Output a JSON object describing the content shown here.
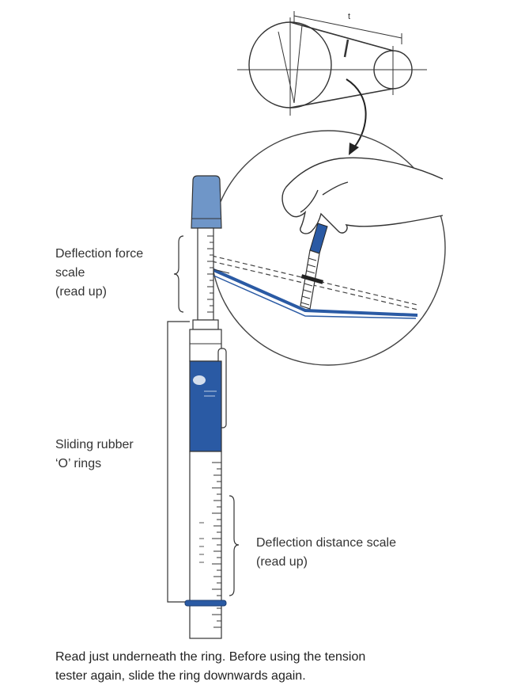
{
  "labels": {
    "deflection_force": [
      "Deflection force",
      "scale",
      "(read up)"
    ],
    "sliding_rings": [
      "Sliding rubber",
      "‘O’ rings"
    ],
    "deflection_distance": [
      "Deflection distance scale",
      "(read up)"
    ]
  },
  "caption": [
    "Read just underneath the ring. Before using the tension",
    "tester again, slide the ring downwards again."
  ],
  "pulley_dimension_symbol": "t",
  "colors": {
    "tester_blue": "#2a5aa4",
    "cap_blue": "#6f96c8",
    "belt_blue": "#2a5aa4",
    "line": "#333333"
  }
}
